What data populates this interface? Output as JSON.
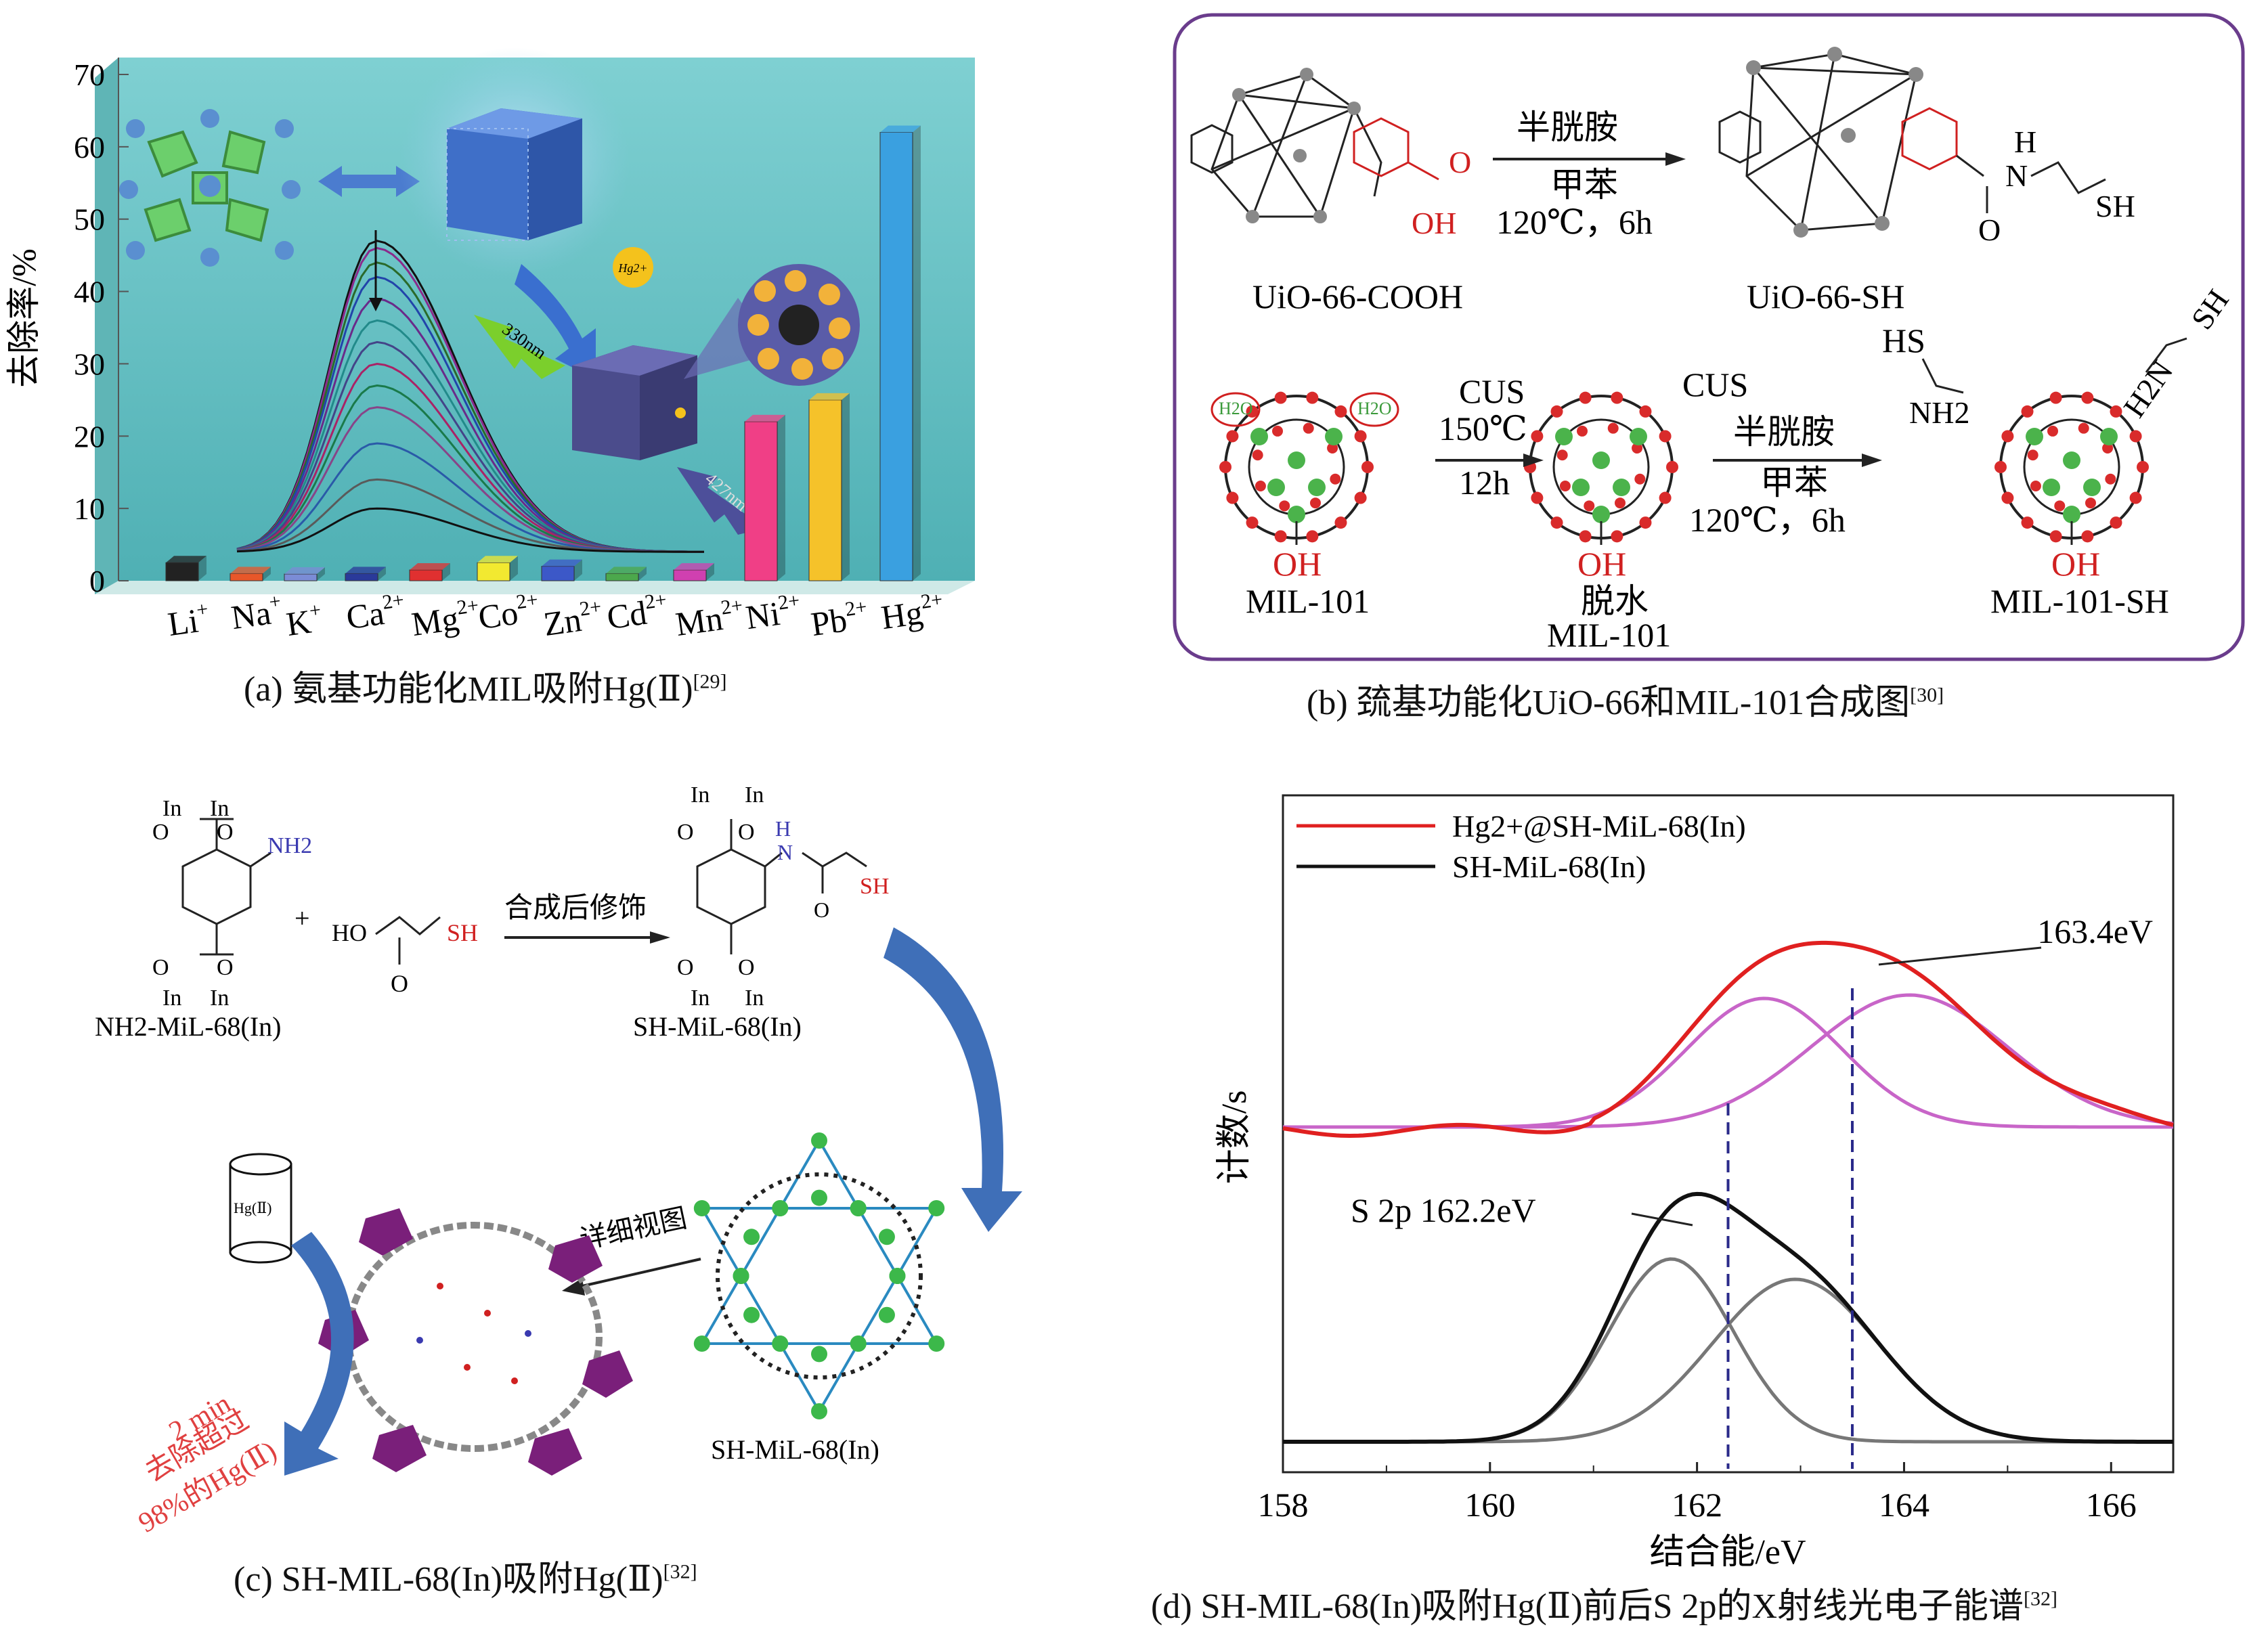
{
  "panel_a": {
    "caption": "(a) 氨基功能化MIL吸附Hg(Ⅱ)",
    "caption_ref": "[29]",
    "ylabel": "去除率/%",
    "yticks": [
      "0",
      "10",
      "20",
      "30",
      "40",
      "50",
      "60",
      "70"
    ],
    "inset_label_330": "330nm",
    "inset_label_427": "427nm",
    "inset_hg": "Hg2+",
    "chart_data": {
      "type": "bar",
      "categories": [
        "Li+",
        "Na+",
        "K+",
        "Ca2+",
        "Mg2+",
        "Co2+",
        "Zn2+",
        "Cd2+",
        "Mn2+",
        "Ni2+",
        "Pb2+",
        "Hg2+"
      ],
      "values": [
        2.5,
        1,
        0.8,
        1,
        1.5,
        2.5,
        2,
        1,
        1.5,
        22,
        25,
        62
      ],
      "colors": [
        "#222222",
        "#e8572a",
        "#7b8cd6",
        "#2a3a9a",
        "#e03030",
        "#f2e930",
        "#3c58c8",
        "#4ca84c",
        "#d040b0",
        "#f03f86",
        "#f5c22a",
        "#3aa0e0"
      ],
      "ylabel": "去除率/%",
      "ylim": [
        0,
        70
      ]
    }
  },
  "panel_b": {
    "caption": "(b) 巯基功能化UiO-66和MIL-101合成图",
    "caption_ref": "[30]",
    "uio_left": "UiO-66-COOH",
    "uio_right": "UiO-66-SH",
    "reagent1": "半胱胺",
    "solvent1": "甲苯",
    "cond1": "120℃，6h",
    "oh": "OH",
    "o": "O",
    "n": "N",
    "h": "H",
    "sh": "SH",
    "hs": "HS",
    "nh2": "NH2",
    "h2n": "H2N",
    "h2o": "H2O",
    "cus": "CUS",
    "temp2": "150℃",
    "time2": "12h",
    "reagent2": "半胱胺",
    "solvent2": "甲苯",
    "cond2": "120℃，6h",
    "mil_left": "MIL-101",
    "mil_mid_1": "脱水",
    "mil_mid_2": "MIL-101",
    "mil_right": "MIL-101-SH"
  },
  "panel_c": {
    "caption": "(c) SH-MIL-68(In)吸附Hg(Ⅱ)",
    "caption_ref": "[32]",
    "in_label": "In",
    "nh2_small": "NH2",
    "left_name": "NH2-MiL-68(In)",
    "plus": "+",
    "ho": "HO",
    "sh_red": "SH",
    "o": "O",
    "h": "H",
    "n": "N",
    "arrow_label": "合成后修饰",
    "right_name": "SH-MiL-68(In)",
    "hg_cyl": "Hg(Ⅱ)",
    "detail_label": "详细视图",
    "lattice_name": "SH-MiL-68(In)",
    "red_note_1": "2 min",
    "red_note_2": "去除超过",
    "red_note_3": "98%的Hg(Ⅱ)"
  },
  "panel_d": {
    "caption": "(d) SH-MIL-68(In)吸附Hg(Ⅱ)前后S 2p的X射线光电子能谱",
    "caption_ref": "[32]",
    "legend_red": "Hg2+@SH-MiL-68(In)",
    "legend_black": "SH-MiL-68(In)",
    "peak_upper": "163.4eV",
    "peak_lower": "S 2p 162.2eV",
    "ylabel": "计数/s",
    "xlabel": "结合能/eV",
    "chart_data": {
      "type": "line",
      "xlim": [
        158,
        166.6
      ],
      "xticks": [
        158,
        160,
        162,
        164,
        166
      ],
      "xlabel": "结合能/eV",
      "ylabel": "计数/s",
      "series": [
        {
          "name": "Hg2+@SH-MiL-68(In)",
          "color": "#e02020"
        },
        {
          "name": "SH-MiL-68(In)",
          "color": "#111111"
        }
      ],
      "annotations": [
        {
          "text": "163.4eV",
          "x": 163.5
        },
        {
          "text": "S 2p 162.2eV",
          "x": 162.3
        }
      ]
    }
  }
}
